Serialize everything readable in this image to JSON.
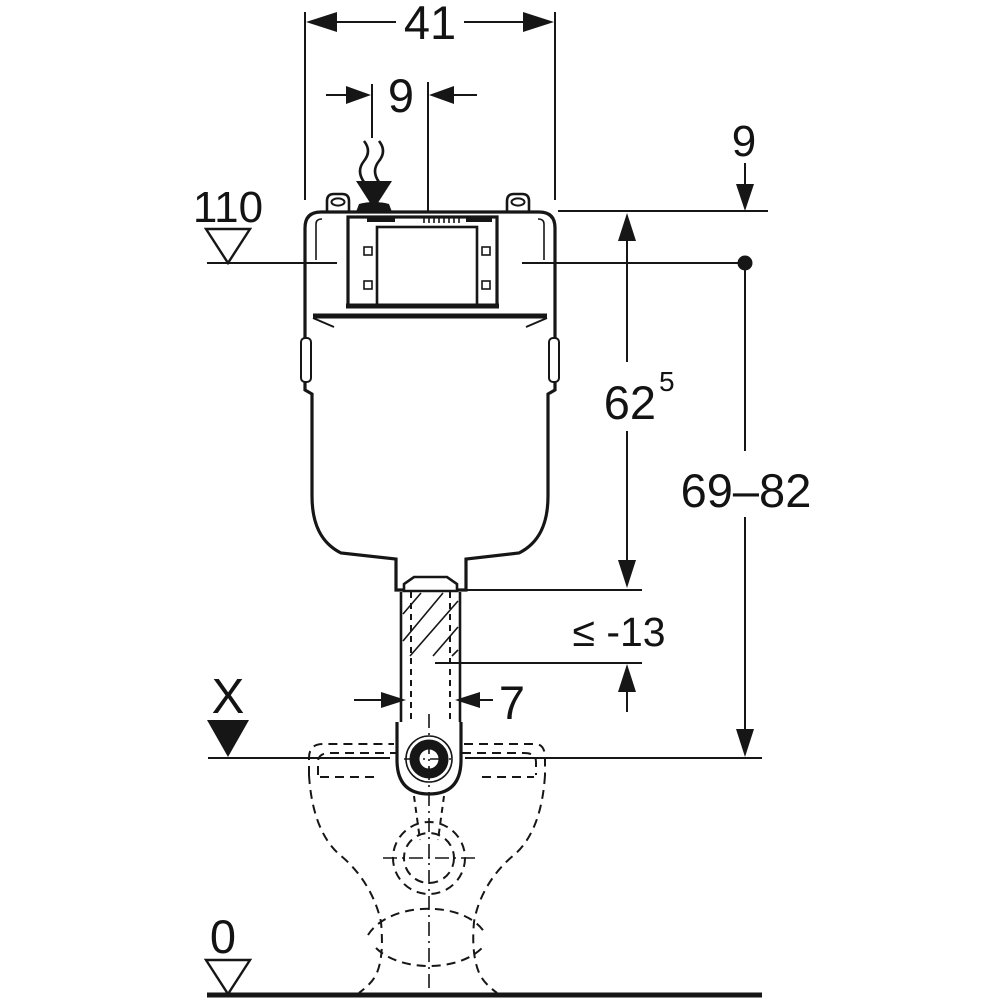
{
  "diagram": {
    "type": "technical-installation-drawing",
    "subject": "concealed-cistern-with-flush-pipe-and-wc-pan",
    "units": "cm"
  },
  "labels": {
    "cistern_width": "41",
    "inlet_offset": "9",
    "top_edge_depth": "9",
    "supply_level": "110",
    "cistern_height": "62",
    "cistern_height_sup": "5",
    "actuation_range": "69–82",
    "flush_pipe_cut": "≤ -13",
    "flush_pipe_width": "7",
    "finished_floor_level": "X",
    "zero_level": "0"
  },
  "colors": {
    "ink": "#161616",
    "background": "#ffffff"
  }
}
